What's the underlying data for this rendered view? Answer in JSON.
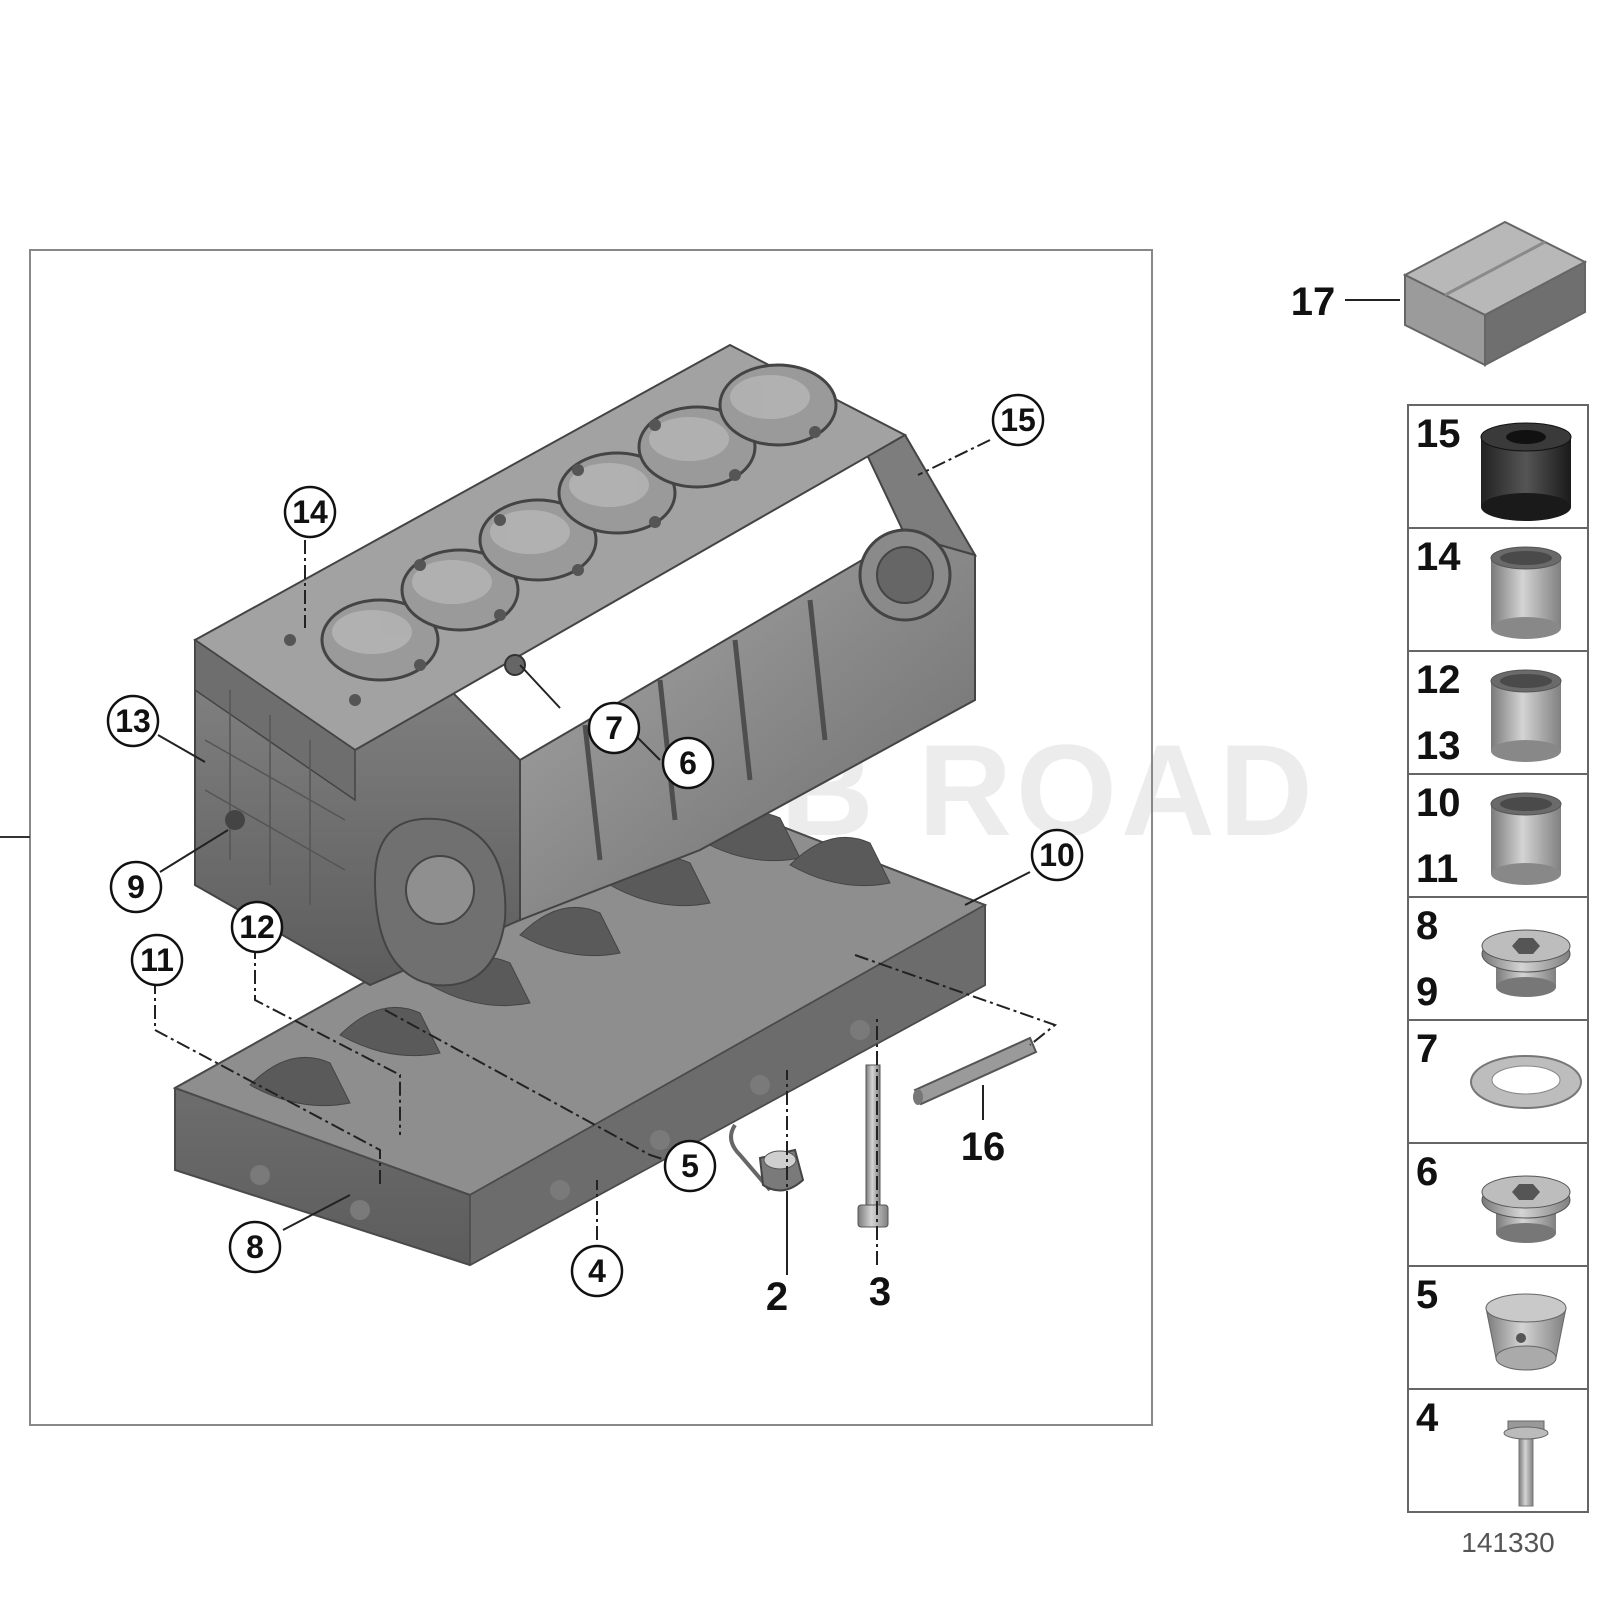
{
  "diagram": {
    "watermark": "B ROAD",
    "reference_number": "141330",
    "callouts_main": [
      {
        "key": "14",
        "label": "14"
      },
      {
        "key": "15",
        "label": "15"
      },
      {
        "key": "13",
        "label": "13"
      },
      {
        "key": "7",
        "label": "7"
      },
      {
        "key": "6",
        "label": "6"
      },
      {
        "key": "9",
        "label": "9"
      },
      {
        "key": "10",
        "label": "10"
      },
      {
        "key": "12",
        "label": "12"
      },
      {
        "key": "11",
        "label": "11"
      },
      {
        "key": "5",
        "label": "5"
      },
      {
        "key": "8",
        "label": "8"
      },
      {
        "key": "4",
        "label": "4"
      }
    ],
    "labels_plain": [
      {
        "key": "2",
        "label": "2"
      },
      {
        "key": "3",
        "label": "3"
      },
      {
        "key": "16",
        "label": "16"
      },
      {
        "key": "17",
        "label": "17"
      }
    ],
    "sidebar_cells": [
      {
        "labels": [
          "15"
        ],
        "part": "rubber-bush"
      },
      {
        "labels": [
          "14"
        ],
        "part": "sleeve"
      },
      {
        "labels": [
          "12",
          "13"
        ],
        "part": "sleeve"
      },
      {
        "labels": [
          "10",
          "11"
        ],
        "part": "sleeve"
      },
      {
        "labels": [
          "8",
          "9"
        ],
        "part": "screw-plug"
      },
      {
        "labels": [
          "7"
        ],
        "part": "seal-ring"
      },
      {
        "labels": [
          "6"
        ],
        "part": "screw-plug"
      },
      {
        "labels": [
          "5"
        ],
        "part": "screw-plug-slotted"
      },
      {
        "labels": [
          "4"
        ],
        "part": "bolt"
      }
    ],
    "colors": {
      "frame": "#888888",
      "metal_dark": "#6e6e6e",
      "metal_mid": "#8c8c8c",
      "metal_light": "#b5b5b5",
      "bore": "#9a9a9a"
    }
  }
}
